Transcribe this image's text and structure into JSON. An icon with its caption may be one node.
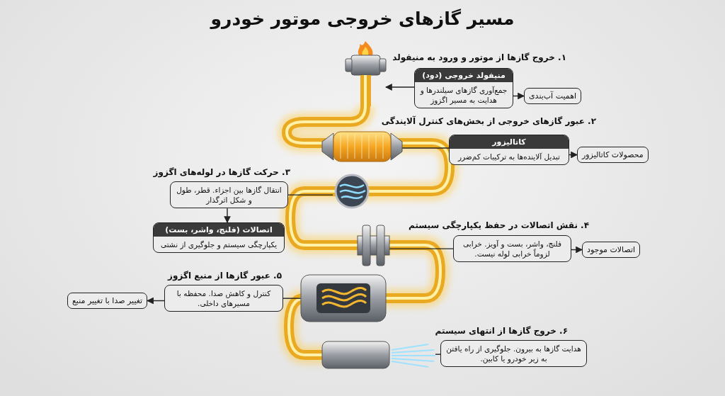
{
  "diagram": {
    "title": "مسیر گازهای خروجی موتور خودرو",
    "nodes": [
      {
        "text": [],
        "shape": "picture"
      },
      {
        "text": [
          "منیفولد خروجی (دود)",
          "جمع‌آوری گازهای سیلندرها و هدایت به مسیر اگزوز"
        ],
        "beside": [
          "۱. خروج گازها از موتور و ورود به منیفولد"
        ]
      },
      {
        "text": [
          "اهمیت آب‌بندی"
        ]
      },
      {
        "text": [],
        "shape": "picture"
      },
      {
        "text": [
          "کاتالیزور",
          "تبدیل آلاینده‌ها به ترکیبات کم‌ضرر"
        ],
        "beside": [
          "۲. عبور گازهای خروجی از بخش‌های کنترل آلایندگی"
        ]
      },
      {
        "text": [
          "محصولات کاتالیزور"
        ]
      },
      {
        "text": [],
        "shape": "picture"
      },
      {
        "text": [
          "انتقال گازها بین اجزاء. قطر، طول و شکل اثرگذار"
        ],
        "beside": [
          "۳. حرکت گازها در لوله‌های اگزوز"
        ]
      },
      {
        "text": [
          "اتصالات (فلنج، واشر، بست)",
          "یکپارچگی سیستم و جلوگیری از نشتی"
        ]
      },
      {
        "text": [],
        "shape": "picture"
      },
      {
        "text": [
          "فلنج، واشر، بست و آویز. خرابی لزوماً خرابی لوله نیست."
        ],
        "beside": [
          "۴. نقش اتصالات در حفظ یکپارچگی سیستم"
        ]
      },
      {
        "text": [
          "اتصالات موجود"
        ]
      },
      {
        "text": [],
        "shape": "picture"
      },
      {
        "text": [
          "کنترل و کاهش صدا. محفظه با مسیرهای داخلی."
        ],
        "beside": [
          "۵. عبور گازها از منبع اگزوز"
        ]
      },
      {
        "text": [
          "تغییر صدا با تغییر منبع"
        ]
      },
      {
        "text": [],
        "shape": "picture"
      },
      {
        "text": [
          "هدایت گازها به بیرون. جلوگیری از راه یافتن به زیر خودرو یا کابین."
        ],
        "beside": [
          "۶. خروج گازها از انتهای سیستم"
        ]
      }
    ],
    "edges": [
      {
        "from": 1,
        "to": 0,
        "arrow": "to"
      },
      {
        "from": 1,
        "to": 2,
        "arrow": "to"
      },
      {
        "from": 4,
        "to": 3,
        "arrow": "none"
      },
      {
        "from": 4,
        "to": 5,
        "arrow": "to"
      },
      {
        "from": 7,
        "to": 6,
        "arrow": "none"
      },
      {
        "from": 7,
        "to": 8,
        "arrow": "to"
      },
      {
        "from": 10,
        "to": 9,
        "arrow": "none"
      },
      {
        "from": 10,
        "to": 11,
        "arrow": "to"
      },
      {
        "from": 13,
        "to": 12,
        "arrow": "none"
      },
      {
        "from": 13,
        "to": 14,
        "arrow": "to"
      },
      {
        "from": 16,
        "to": 15,
        "arrow": "none"
      }
    ]
  }
}
